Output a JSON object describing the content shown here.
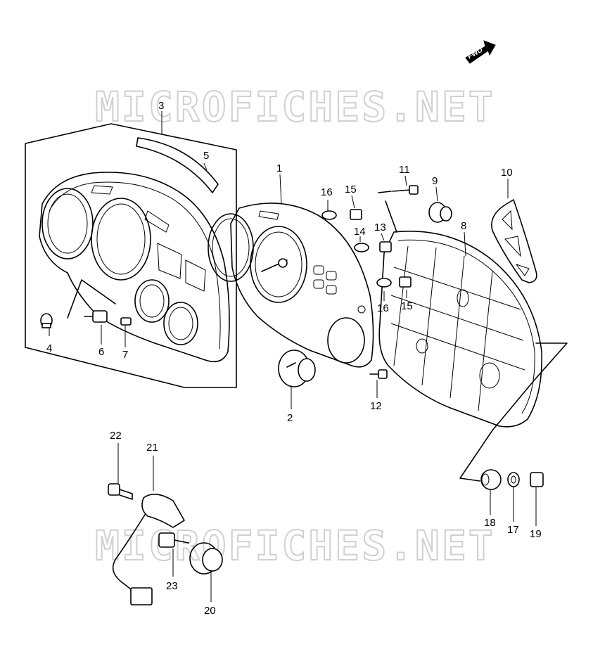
{
  "watermark": "MICROFICHES.NET",
  "fwd_label": "FWD",
  "callouts": {
    "c1": "1",
    "c2": "2",
    "c3": "3",
    "c4": "4",
    "c5": "5",
    "c6": "6",
    "c7": "7",
    "c8": "8",
    "c9": "9",
    "c10": "10",
    "c11": "11",
    "c12": "12",
    "c13": "13",
    "c14": "14",
    "c15a": "15",
    "c15b": "15",
    "c16a": "16",
    "c16b": "16",
    "c17": "17",
    "c18": "18",
    "c19": "19",
    "c20": "20",
    "c21": "21",
    "c22": "22",
    "c23": "23"
  }
}
